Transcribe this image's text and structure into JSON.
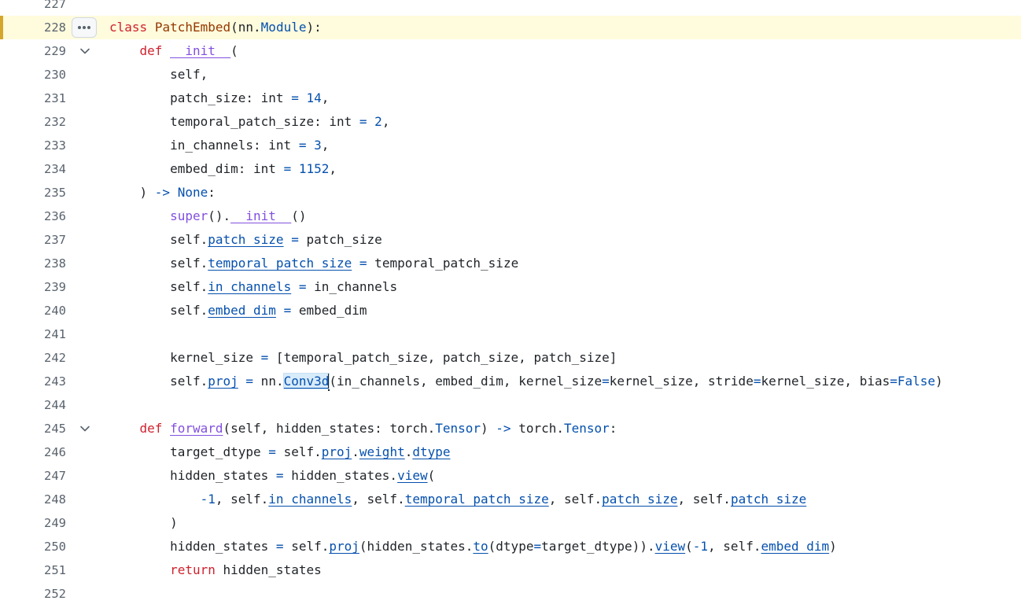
{
  "code": {
    "lines": [
      {
        "num": "227",
        "html": ""
      },
      {
        "num": "228",
        "html": "<span class=\"k\">class</span> <span class=\"c\">PatchEmbed</span>(nn.<span class=\"b\">Module</span>):",
        "current": true,
        "more": true
      },
      {
        "num": "229",
        "html": "    <span class=\"k\">def</span> <span class=\"f u\">__init__</span>(",
        "fold": true
      },
      {
        "num": "230",
        "html": "        self,"
      },
      {
        "num": "231",
        "html": "        patch_size: int <span class=\"b\">=</span> <span class=\"b\">14</span>,"
      },
      {
        "num": "232",
        "html": "        temporal_patch_size: int <span class=\"b\">=</span> <span class=\"b\">2</span>,"
      },
      {
        "num": "233",
        "html": "        in_channels: int <span class=\"b\">=</span> <span class=\"b\">3</span>,"
      },
      {
        "num": "234",
        "html": "        embed_dim: int <span class=\"b\">=</span> <span class=\"b\">1152</span>,"
      },
      {
        "num": "235",
        "html": "    ) <span class=\"b\">-&gt;</span> <span class=\"b\">None</span>:"
      },
      {
        "num": "236",
        "html": "        <span class=\"f\">super</span>().<span class=\"f u\">__init__</span>()"
      },
      {
        "num": "237",
        "html": "        self.<span class=\"b u\">patch_size</span> <span class=\"b\">=</span> patch_size"
      },
      {
        "num": "238",
        "html": "        self.<span class=\"b u\">temporal_patch_size</span> <span class=\"b\">=</span> temporal_patch_size"
      },
      {
        "num": "239",
        "html": "        self.<span class=\"b u\">in_channels</span> <span class=\"b\">=</span> in_channels"
      },
      {
        "num": "240",
        "html": "        self.<span class=\"b u\">embed_dim</span> <span class=\"b\">=</span> embed_dim"
      },
      {
        "num": "241",
        "html": ""
      },
      {
        "num": "242",
        "html": "        kernel_size <span class=\"b\">=</span> [temporal_patch_size, patch_size, patch_size]"
      },
      {
        "num": "243",
        "html": "        self.<span class=\"b u\">proj</span> <span class=\"b\">=</span> nn.<span class=\"b u hl\">Conv3d</span><span class=\"caret\"></span>(in_channels, embed_dim, kernel_size<span class=\"b\">=</span>kernel_size, stride<span class=\"b\">=</span>kernel_size, bias<span class=\"b\">=False</span>)"
      },
      {
        "num": "244",
        "html": ""
      },
      {
        "num": "245",
        "html": "    <span class=\"k\">def</span> <span class=\"f u\">forward</span>(self, hidden_states: torch.<span class=\"b\">Tensor</span>) <span class=\"b\">-&gt;</span> torch.<span class=\"b\">Tensor</span>:",
        "fold": true
      },
      {
        "num": "246",
        "html": "        target_dtype <span class=\"b\">=</span> self.<span class=\"b u\">proj</span>.<span class=\"b u\">weight</span>.<span class=\"b u\">dtype</span>"
      },
      {
        "num": "247",
        "html": "        hidden_states <span class=\"b\">=</span> hidden_states.<span class=\"b u\">view</span>("
      },
      {
        "num": "248",
        "html": "            <span class=\"b\">-1</span>, self.<span class=\"b u\">in_channels</span>, self.<span class=\"b u\">temporal_patch_size</span>, self.<span class=\"b u\">patch_size</span>, self.<span class=\"b u\">patch_size</span>"
      },
      {
        "num": "249",
        "html": "        )"
      },
      {
        "num": "250",
        "html": "        hidden_states <span class=\"b\">=</span> self.<span class=\"b u\">proj</span>(hidden_states.<span class=\"b u\">to</span>(dtype<span class=\"b\">=</span>target_dtype)).<span class=\"b u\">view</span>(<span class=\"b\">-1</span>, self.<span class=\"b u\">embed_dim</span>)"
      },
      {
        "num": "251",
        "html": "        <span class=\"k\">return</span> hidden_states"
      },
      {
        "num": "252",
        "html": ""
      }
    ]
  }
}
